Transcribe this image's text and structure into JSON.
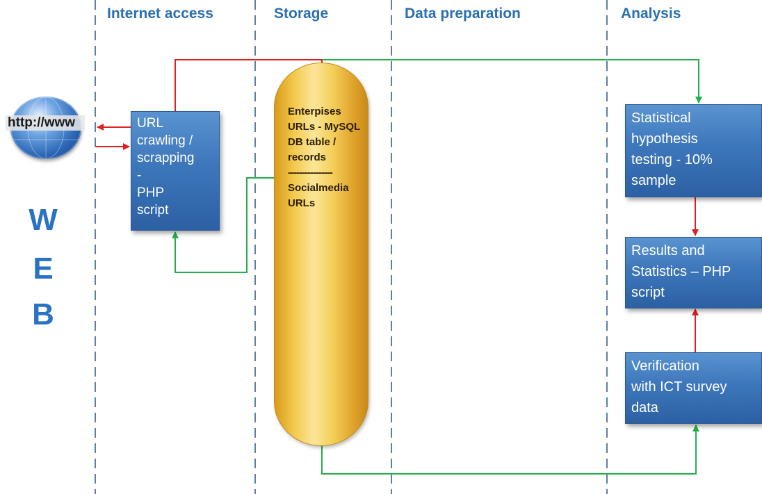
{
  "columns": [
    {
      "label": "Internet access"
    },
    {
      "label": "Storage"
    },
    {
      "label": "Data preparation"
    },
    {
      "label": "Analysis"
    }
  ],
  "web": {
    "globe_text": "http://www",
    "letters": [
      "W",
      "E",
      "B"
    ]
  },
  "crawler": {
    "lines": "URL\ncrawling /\nscrapping\n-\nPHP\nscript"
  },
  "storage": {
    "part1": "Enterpises URLs - MySQL DB table / records",
    "separator": "----------------",
    "part2": "Socialmedia URLs"
  },
  "analysis": {
    "hypothesis": "Statistical\nhypothesis\ntesting - 10%\nsample",
    "results": "Results and\nStatistics – PHP\nscript",
    "verification": "Verification\nwith ICT survey\ndata"
  },
  "colors": {
    "header": "#2a6fb0",
    "divider": "#5b7fa8",
    "arrow_red": "#e02020",
    "arrow_green": "#22b04a",
    "box": "#3d77bb",
    "cylinder": "#f2c84a"
  }
}
